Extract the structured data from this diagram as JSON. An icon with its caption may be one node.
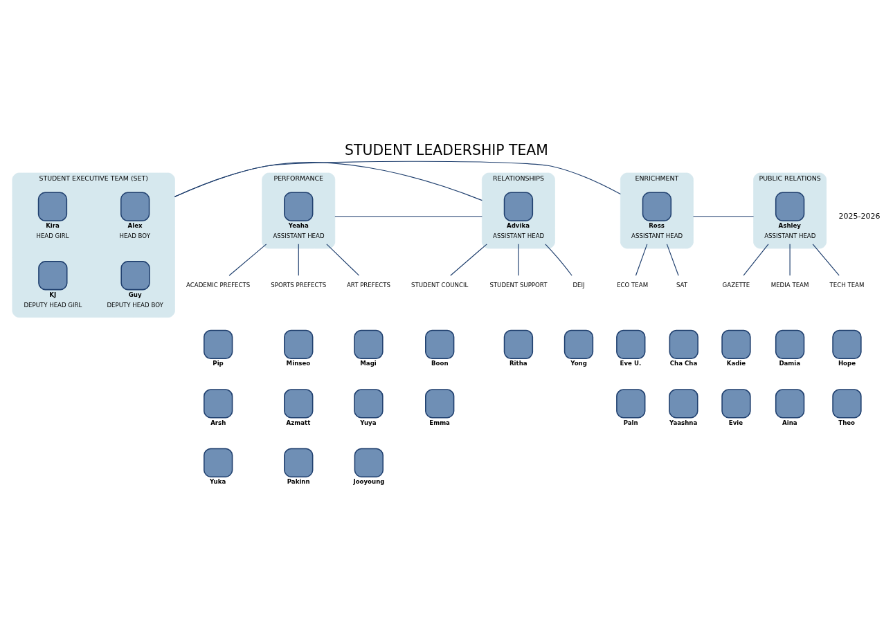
{
  "diagram": {
    "title": "STUDENT LEADERSHIP TEAM",
    "nodes": [
      {
        "text": [
          "STUDENT EXECUTIVE TEAM (SET)"
        ]
      },
      {
        "text": [
          "Alex",
          "HEAD BOY"
        ],
        "in": 0
      },
      {
        "text": [
          "Kira",
          "HEAD GIRL"
        ],
        "in": 0
      },
      {
        "text": [
          "Guy",
          "DEPUTY HEAD BOY"
        ],
        "in": 0
      },
      {
        "text": [
          "KJ",
          "DEPUTY HEAD GIRL"
        ],
        "in": 0
      },
      {
        "text": [
          "PERFORMANCE"
        ]
      },
      {
        "text": [
          "Yeaha",
          "ASSISTANT HEAD"
        ],
        "in": 5
      },
      {
        "text": [
          "RELATIONSHIPS"
        ]
      },
      {
        "text": [
          "Advika",
          "ASSISTANT HEAD"
        ],
        "in": 7
      },
      {
        "text": [
          "ENRICHMENT"
        ]
      },
      {
        "text": [
          "Ross",
          "ASSISTANT HEAD"
        ],
        "in": 9
      },
      {
        "text": [
          "PUBLIC RELATIONS"
        ]
      },
      {
        "text": [
          "Ashley",
          "ASSISTANT HEAD"
        ],
        "in": 11
      },
      {
        "text": [
          "ACADEMIC PREFECTS"
        ]
      },
      {
        "text": [
          "SPORTS PREFECTS"
        ]
      },
      {
        "text": [
          "ART PREFECTS"
        ]
      },
      {
        "text": [
          "STUDENT COUNCIL"
        ]
      },
      {
        "text": [
          "STUDENT SUPPORT"
        ]
      },
      {
        "text": [
          "DEIJ"
        ]
      },
      {
        "text": [
          "ECO TEAM"
        ]
      },
      {
        "text": [
          "SAT"
        ]
      },
      {
        "text": [
          "GAZETTE"
        ]
      },
      {
        "text": [
          "MEDIA TEAM"
        ]
      },
      {
        "text": [
          "TECH TEAM"
        ]
      },
      {
        "text": [
          "Pip"
        ]
      },
      {
        "text": [
          "Minseo"
        ]
      },
      {
        "text": [
          "Magi"
        ]
      },
      {
        "text": [
          "Arsh"
        ]
      },
      {
        "text": [
          "Azmatt"
        ]
      },
      {
        "text": [
          "Yuya"
        ]
      },
      {
        "text": [
          "Yuka"
        ]
      },
      {
        "text": [
          "Pakinn"
        ]
      },
      {
        "text": [
          "Jooyoung"
        ]
      },
      {
        "text": [
          "Boon"
        ]
      },
      {
        "text": [
          "Ritha"
        ]
      },
      {
        "text": [
          "Yong"
        ]
      },
      {
        "text": [
          "Emma"
        ]
      },
      {
        "text": [
          "Eve U."
        ]
      },
      {
        "text": [
          "Cha Cha"
        ]
      },
      {
        "text": [
          "Paln"
        ]
      },
      {
        "text": [
          "Yaashna"
        ]
      },
      {
        "text": [
          "Kadie"
        ]
      },
      {
        "text": [
          "Damia"
        ]
      },
      {
        "text": [
          "Hope"
        ]
      },
      {
        "text": [
          "Evie"
        ]
      },
      {
        "text": [
          "Aina"
        ]
      },
      {
        "text": [
          "Theo"
        ]
      }
    ],
    "edges": [
      {
        "from": 5,
        "to": 7,
        "arrow": "none"
      },
      {
        "from": 7,
        "to": 0,
        "arrow": "none"
      },
      {
        "from": 0,
        "to": 9,
        "arrow": "none"
      },
      {
        "from": 9,
        "to": 11,
        "arrow": "none"
      },
      {
        "from": 6,
        "to": 13,
        "arrow": "none"
      },
      {
        "from": 6,
        "to": 14,
        "arrow": "none"
      },
      {
        "from": 6,
        "to": 15,
        "arrow": "none"
      },
      {
        "from": 8,
        "to": 16,
        "arrow": "none"
      },
      {
        "from": 8,
        "to": 17,
        "arrow": "none"
      },
      {
        "from": 8,
        "to": 18,
        "arrow": "none"
      },
      {
        "from": 10,
        "to": 19,
        "arrow": "none"
      },
      {
        "from": 10,
        "to": 20,
        "arrow": "none"
      },
      {
        "from": 12,
        "to": 21,
        "arrow": "none"
      },
      {
        "from": 12,
        "to": 22,
        "arrow": "none"
      },
      {
        "from": 12,
        "to": 23,
        "arrow": "none"
      }
    ],
    "labels": [
      "2025-2026"
    ]
  }
}
